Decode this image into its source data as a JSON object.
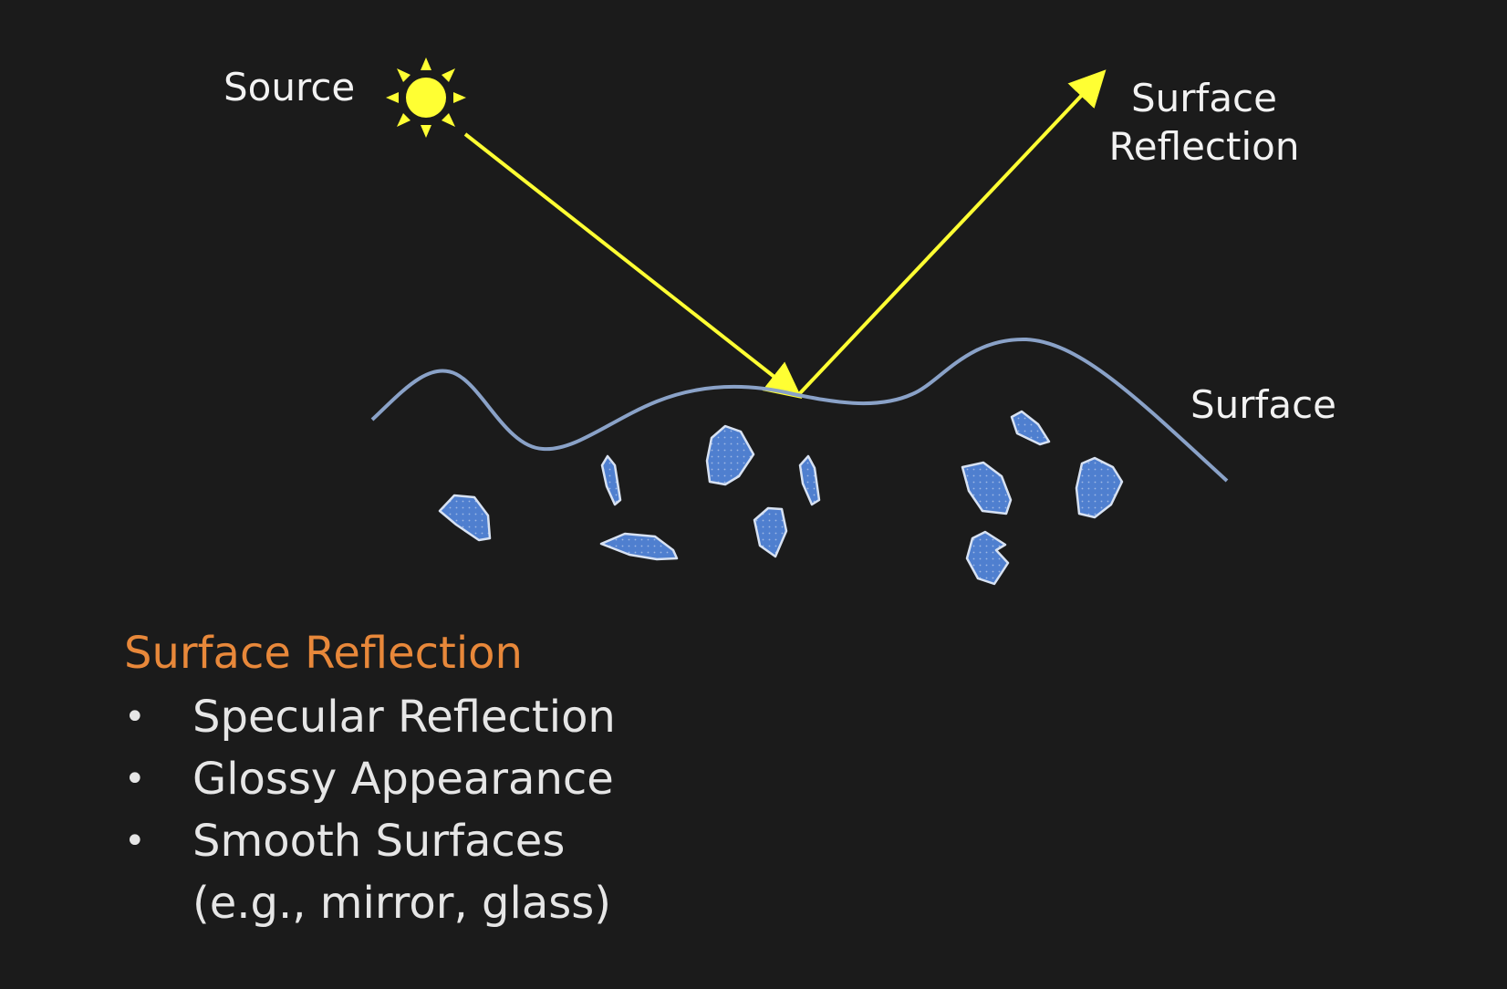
{
  "labels": {
    "source": "Source",
    "reflection_line1": "Surface",
    "reflection_line2": "Reflection",
    "surface": "Surface"
  },
  "section": {
    "title": "Surface Reflection",
    "bullets": [
      "Specular Reflection",
      "Glossy Appearance",
      "Smooth Surfaces"
    ],
    "example": "(e.g., mirror, glass)"
  },
  "colors": {
    "background": "#1b1b1b",
    "ray": "#ffff33",
    "sun": "#ffff33",
    "surface_line": "#8aa2c8",
    "particle_fill": "#4f7fcf",
    "particle_stroke": "#d8e2f2",
    "title": "#e8883a",
    "text": "#e6e6e6"
  },
  "icons": {
    "source": "sun-icon"
  }
}
